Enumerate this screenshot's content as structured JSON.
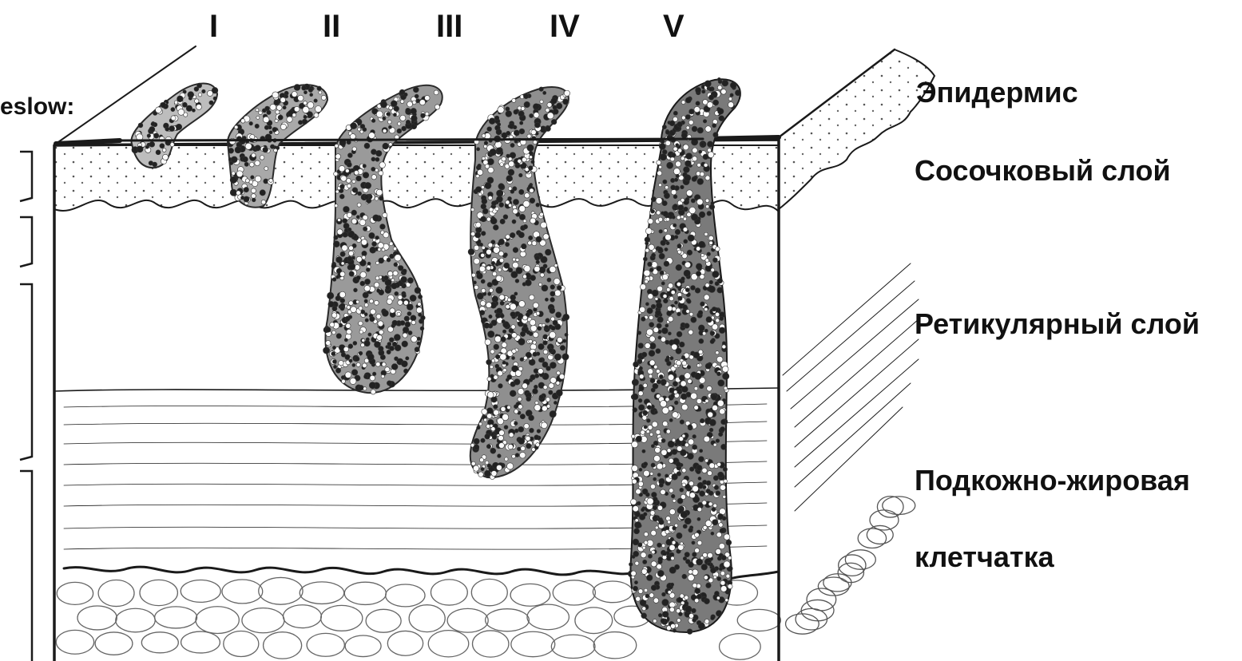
{
  "diagram": {
    "clark_levels": [
      "I",
      "II",
      "III",
      "IV",
      "V"
    ],
    "breslow_label": "eslow:",
    "layers": {
      "epidermis": "Эпидермис",
      "papillary": "Сосочковый слой",
      "reticular": "Ретикулярный слой",
      "subcutaneous_line1": "Подкожно-жировая",
      "subcutaneous_line2": "клетчатка"
    }
  }
}
